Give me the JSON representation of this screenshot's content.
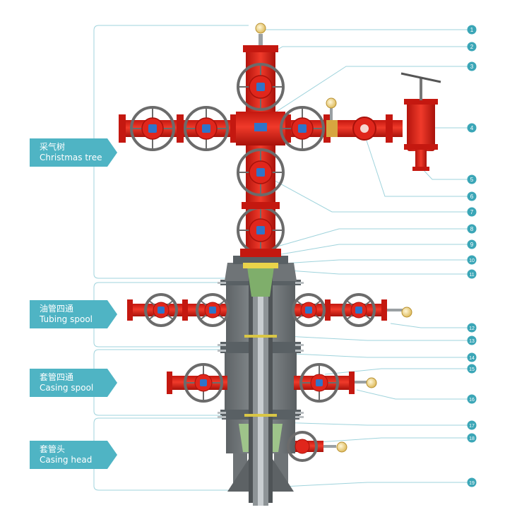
{
  "sections": [
    {
      "id": "christmas-tree",
      "zh": "采气树",
      "en": "Christmas tree"
    },
    {
      "id": "tubing-spool",
      "zh": "油管四通",
      "en": "Tubing spool"
    },
    {
      "id": "casing-spool",
      "zh": "套管四通",
      "en": "Casing spool"
    },
    {
      "id": "casing-head",
      "zh": "套管头",
      "en": "Casing head"
    }
  ],
  "callouts": [
    "1",
    "2",
    "3",
    "4",
    "5",
    "6",
    "7",
    "8",
    "9",
    "10",
    "11",
    "12",
    "13",
    "14",
    "15",
    "16",
    "17",
    "18",
    "19"
  ],
  "colors": {
    "valve_red": "#e0261c",
    "handwheel": "#6b6b6b",
    "bonnet_blue": "#2f74c9",
    "spool_gray": "#767b7d",
    "leader": "#9fd3dc",
    "callout_teal": "#3ba6b7",
    "tag_teal": "#4fb4c4"
  }
}
